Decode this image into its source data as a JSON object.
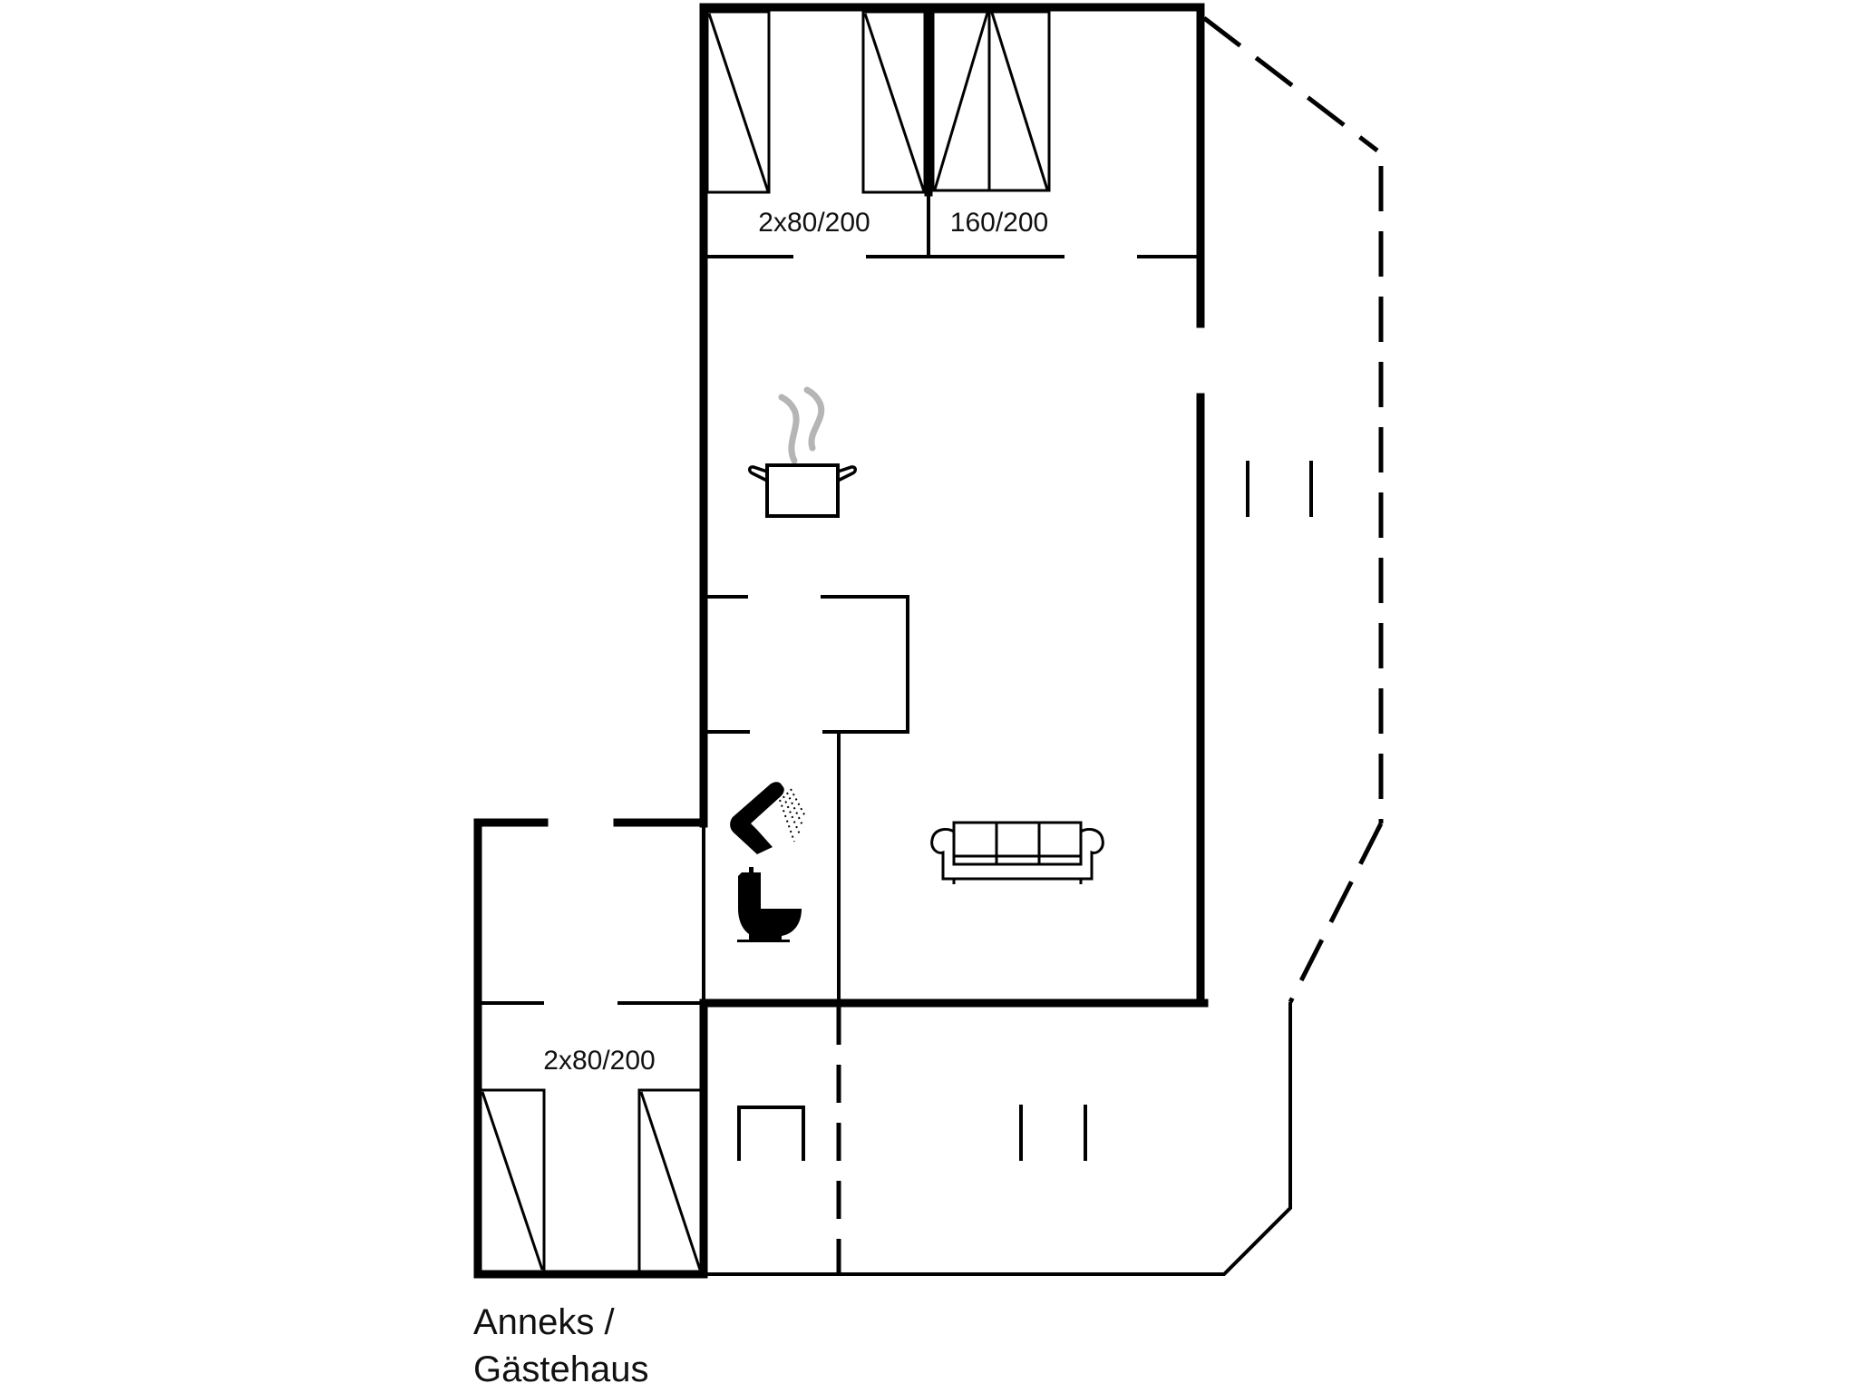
{
  "plan": {
    "colors": {
      "wall": "#000000",
      "steam": "#b5b5b5",
      "background": "#ffffff"
    },
    "rooms": [
      {
        "id": "bedroom-1",
        "bed_label": "2x80/200",
        "beds": 2
      },
      {
        "id": "bedroom-2",
        "bed_label": "160/200",
        "beds": 1
      },
      {
        "id": "kitchen-living",
        "icons": [
          "cooking-pot-icon",
          "sofa-icon"
        ]
      },
      {
        "id": "bathroom",
        "icons": [
          "shower-icon",
          "toilet-icon"
        ]
      },
      {
        "id": "annex-bedroom",
        "bed_label": "2x80/200",
        "beds": 2
      }
    ],
    "labels": {
      "bedroom1_beds": "2x80/200",
      "bedroom2_beds": "160/200",
      "annex_beds": "2x80/200",
      "annex_name_line1": "Anneks /",
      "annex_name_line2": "Gästehaus"
    },
    "icons": [
      "cooking-pot-icon",
      "shower-icon",
      "toilet-icon",
      "sofa-icon",
      "bench-icon",
      "door-step-icon"
    ]
  }
}
